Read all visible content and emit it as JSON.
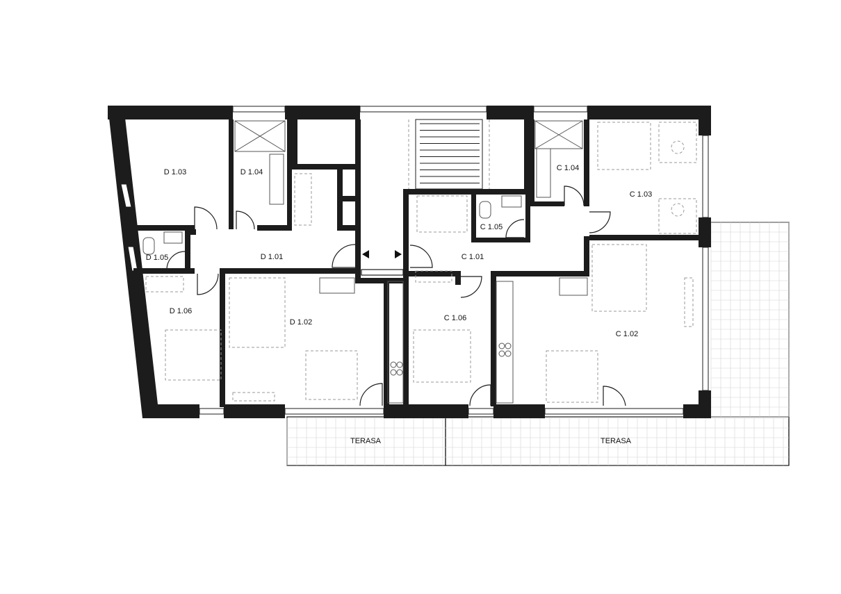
{
  "rooms": {
    "d103": "D 1.03",
    "d104": "D 1.04",
    "d105": "D 1.05",
    "d101": "D 1.01",
    "d106": "D 1.06",
    "d102": "D 1.02",
    "c104": "C 1.04",
    "c103": "C 1.03",
    "c105": "C 1.05",
    "c101": "C 1.01",
    "c106": "C 1.06",
    "c102": "C 1.02"
  },
  "terraces": {
    "left": "TERASA",
    "right": "TERASA"
  }
}
